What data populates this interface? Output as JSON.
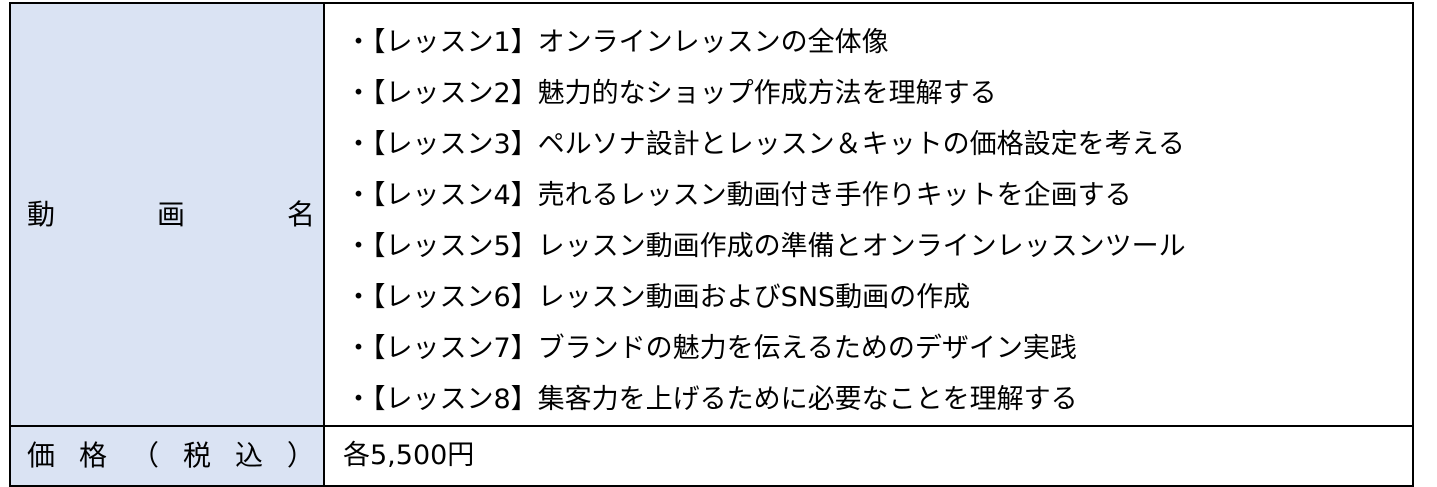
{
  "videos": {
    "label_chars": [
      "動",
      "画",
      "名"
    ],
    "lessons": [
      "・【レッスン1】オンラインレッスンの全体像",
      "・【レッスン2】魅力的なショップ作成方法を理解する",
      "・【レッスン3】ペルソナ設計とレッスン＆キットの価格設定を考える",
      "・【レッスン4】売れるレッスン動画付き手作りキットを企画する",
      "・【レッスン5】レッスン動画作成の準備とオンラインレッスンツール",
      "・【レッスン6】レッスン動画およびSNS動画の作成",
      "・【レッスン7】ブランドの魅力を伝えるためのデザイン実践",
      "・【レッスン8】集客力を上げるために必要なことを理解する"
    ]
  },
  "price": {
    "label_chars": [
      "価",
      "格",
      "（",
      "税",
      "込",
      "）"
    ],
    "value": "各5,500円"
  }
}
